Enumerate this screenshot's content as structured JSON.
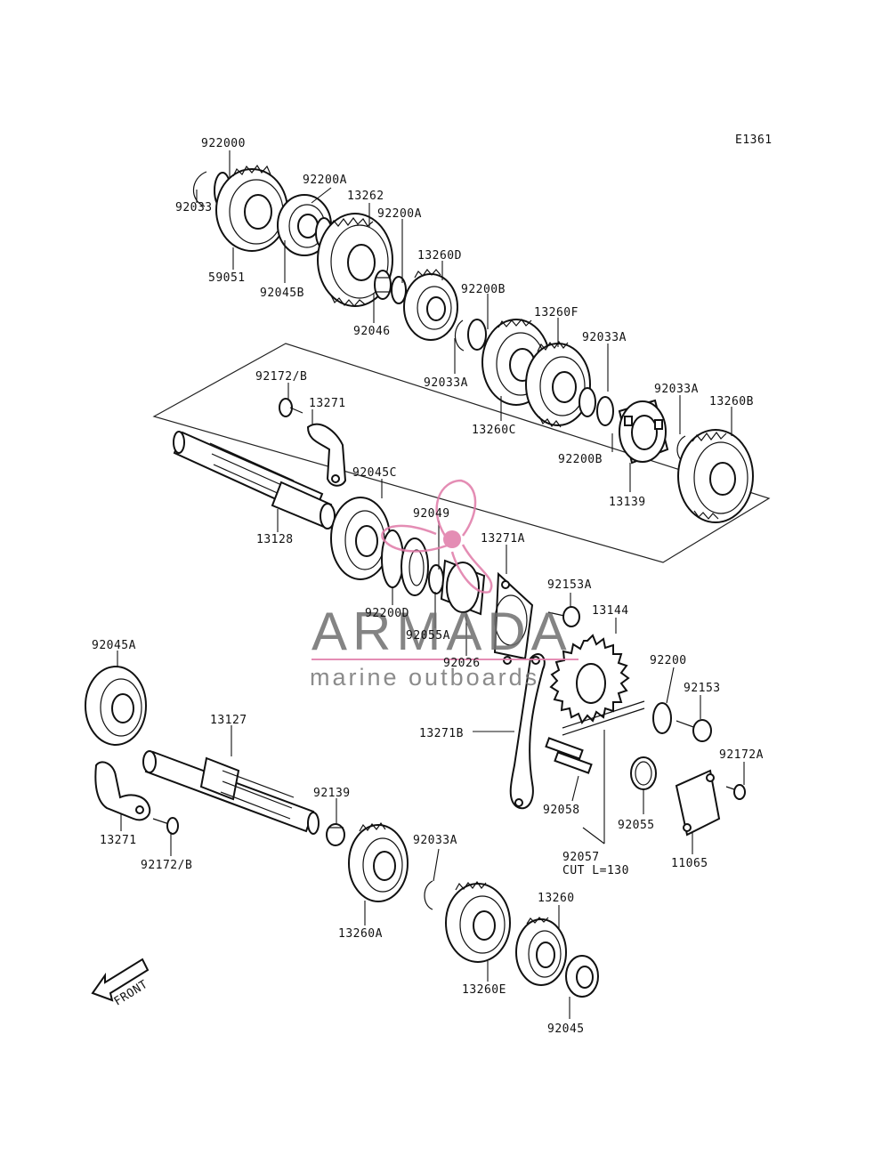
{
  "diagram": {
    "code": "E1361",
    "parts": [
      {
        "id": "p1",
        "number": "922000"
      },
      {
        "id": "p2",
        "number": "92033"
      },
      {
        "id": "p3",
        "number": "59051"
      },
      {
        "id": "p4",
        "number": "92200A"
      },
      {
        "id": "p5",
        "number": "13262"
      },
      {
        "id": "p6",
        "number": "92200A"
      },
      {
        "id": "p7",
        "number": "92045B"
      },
      {
        "id": "p8",
        "number": "92046"
      },
      {
        "id": "p9",
        "number": "13260D"
      },
      {
        "id": "p10",
        "number": "92200B"
      },
      {
        "id": "p11",
        "number": "13260F"
      },
      {
        "id": "p12",
        "number": "92033A"
      },
      {
        "id": "p13",
        "number": "92033A"
      },
      {
        "id": "p14",
        "number": "13260C"
      },
      {
        "id": "p15",
        "number": "92033A"
      },
      {
        "id": "p16",
        "number": "13260B"
      },
      {
        "id": "p17",
        "number": "92200B"
      },
      {
        "id": "p18",
        "number": "13139"
      },
      {
        "id": "p19",
        "number": "92172/B"
      },
      {
        "id": "p20",
        "number": "13271"
      },
      {
        "id": "p21",
        "number": "92045C"
      },
      {
        "id": "p22",
        "number": "13128"
      },
      {
        "id": "p23",
        "number": "92049"
      },
      {
        "id": "p24",
        "number": "13271A"
      },
      {
        "id": "p25",
        "number": "92153A"
      },
      {
        "id": "p26",
        "number": "92200D"
      },
      {
        "id": "p27",
        "number": "13144"
      },
      {
        "id": "p28",
        "number": "92055A"
      },
      {
        "id": "p29",
        "number": "92026"
      },
      {
        "id": "p30",
        "number": "92200"
      },
      {
        "id": "p31",
        "number": "92153"
      },
      {
        "id": "p32",
        "number": "92045A"
      },
      {
        "id": "p33",
        "number": "13127"
      },
      {
        "id": "p34",
        "number": "13271B"
      },
      {
        "id": "p35",
        "number": "92172A"
      },
      {
        "id": "p36",
        "number": "92139"
      },
      {
        "id": "p37",
        "number": "92058"
      },
      {
        "id": "p38",
        "number": "92055"
      },
      {
        "id": "p39",
        "number": "11065"
      },
      {
        "id": "p40",
        "number": "13271"
      },
      {
        "id": "p41",
        "number": "92057"
      },
      {
        "id": "p42",
        "number": "CUT L=130"
      },
      {
        "id": "p43",
        "number": "92033A"
      },
      {
        "id": "p44",
        "number": "92172/B"
      },
      {
        "id": "p45",
        "number": "13260A"
      },
      {
        "id": "p46",
        "number": "13260"
      },
      {
        "id": "p47",
        "number": "13260E"
      },
      {
        "id": "p48",
        "number": "92045"
      }
    ],
    "front_label": "FRONT"
  },
  "watermark": {
    "brand": "ARMADA",
    "tagline": "marine outboards",
    "color": "#e07aa8"
  }
}
